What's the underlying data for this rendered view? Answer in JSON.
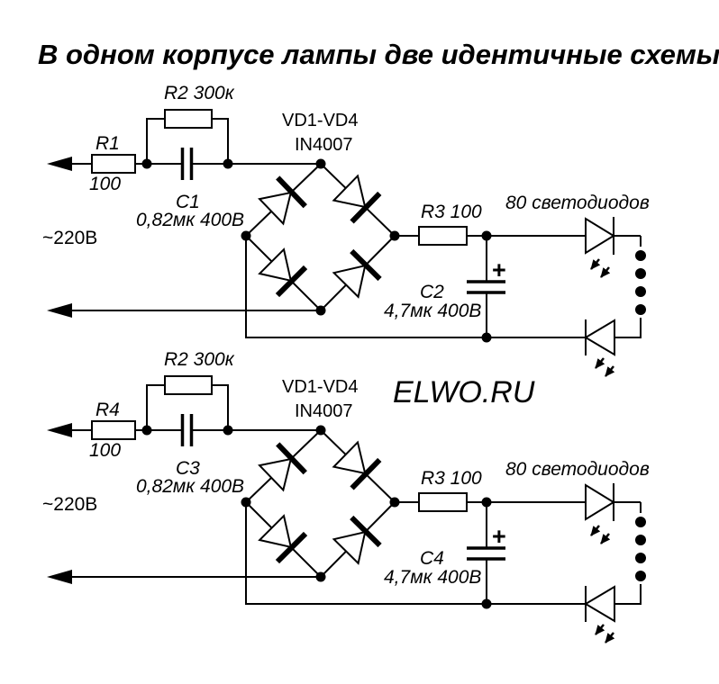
{
  "title": "В одном корпусе лампы две идентичные схемы",
  "watermark": "ELWO.RU",
  "colors": {
    "ink": "#000000",
    "paper": "#ffffff"
  },
  "circuits": [
    {
      "id": "1",
      "mains_label": "~220В",
      "series_resistor_ref": "R1",
      "series_resistor_value": "100",
      "parallel_resistor_label": "R2 300к",
      "input_capacitor_ref": "C1",
      "input_capacitor_value": "0,82мк 400В",
      "bridge_refs": "VD1-VD4",
      "bridge_part": "IN4007",
      "ballast_resistor_label": "R3 100",
      "filter_capacitor_ref": "C2",
      "filter_capacitor_value": "4,7мк 400В",
      "filter_capacitor_polarity": "+",
      "led_string_label": "80 светодиодов"
    },
    {
      "id": "2",
      "mains_label": "~220В",
      "series_resistor_ref": "R4",
      "series_resistor_value": "100",
      "parallel_resistor_label": "R2 300к",
      "input_capacitor_ref": "C3",
      "input_capacitor_value": "0,82мк 400В",
      "bridge_refs": "VD1-VD4",
      "bridge_part": "IN4007",
      "ballast_resistor_label": "R3 100",
      "filter_capacitor_ref": "C4",
      "filter_capacitor_value": "4,7мк 400В",
      "filter_capacitor_polarity": "+",
      "led_string_label": "80 светодиодов"
    }
  ]
}
